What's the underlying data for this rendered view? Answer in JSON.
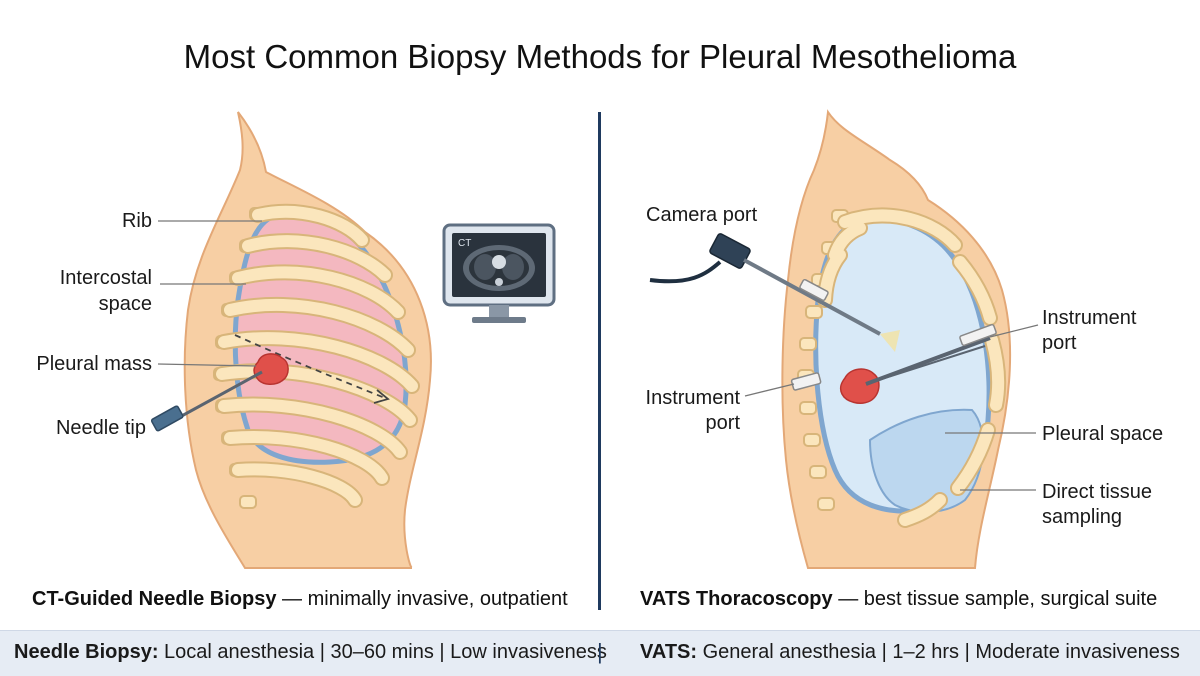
{
  "title": "Most Common Biopsy Methods for Pleural Mesothelioma",
  "left_panel": {
    "labels": {
      "rib": "Rib",
      "intercostal_1": "Intercostal",
      "intercostal_2": "space",
      "pleural_mass": "Pleural mass",
      "needle_tip": "Needle tip"
    },
    "monitor_text": "CT",
    "caption_bold": "CT-Guided Needle Biopsy",
    "caption_rest": " — minimally invasive, outpatient"
  },
  "right_panel": {
    "labels": {
      "camera_port": "Camera port",
      "instrument_port_r1": "Instrument",
      "instrument_port_r2": "port",
      "instrument_port_l1": "Instrument",
      "instrument_port_l2": "port",
      "pleural_space": "Pleural space",
      "direct_tissue_1": "Direct tissue",
      "direct_tissue_2": "sampling"
    },
    "caption_bold": "VATS Thoracoscopy",
    "caption_rest": " — best tissue sample, surgical suite"
  },
  "footer": {
    "left_bold": "Needle Biopsy:",
    "left_rest": " Local anesthesia | 30–60 mins | Low invasiveness",
    "separator": "|",
    "right_bold": "VATS:",
    "right_rest": " General anesthesia | 1–2 hrs | Moderate invasiveness"
  },
  "colors": {
    "skin": "#f7cfa4",
    "skin_outline": "#e3a877",
    "rib_fill": "#fbe6bd",
    "rib_outline": "#d8b57a",
    "lung_pink": "#f4b8c0",
    "pleura_blue": "#7fa6cf",
    "space_blue": "#d8e9f7",
    "mass_red": "#e0504a",
    "divider": "#1f3a5f",
    "footer_bg": "#e6ecf4"
  }
}
